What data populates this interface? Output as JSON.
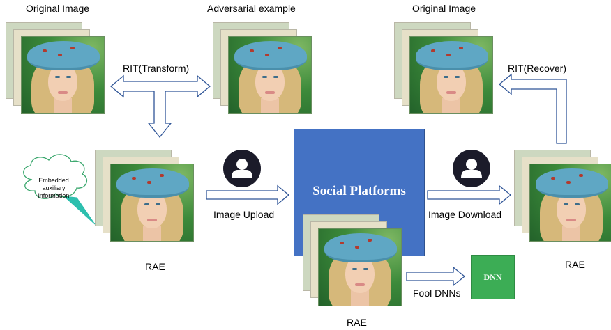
{
  "labels": {
    "original_image_left": "Original Image",
    "adversarial_example": "Adversarial example",
    "original_image_right": "Original Image",
    "rit_transform": "RIT(Transform)",
    "rit_recover": "RIT(Recover)",
    "rae_left": "RAE",
    "rae_center": "RAE",
    "rae_right": "RAE",
    "image_upload": "Image Upload",
    "image_download": "Image Download",
    "fool_dnns": "Fool DNNs"
  },
  "boxes": {
    "social_platforms": "Social Platforms",
    "dnn": "DNN"
  },
  "callout": {
    "line1": "Embedded",
    "line2": "auxiliary",
    "line3": "information"
  },
  "colors": {
    "arrow_stroke": "#2f5597",
    "social_fill": "#4472c4",
    "dnn_fill": "#3cad55",
    "user_icon": "#1b1b2a",
    "callout_fill": "#2dbfae"
  },
  "icons": [
    "user-icon",
    "user-icon"
  ]
}
